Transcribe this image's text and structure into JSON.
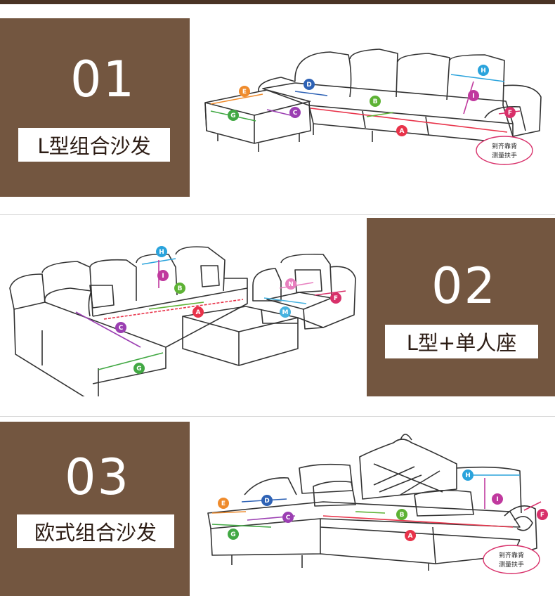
{
  "sections": [
    {
      "number": "01",
      "label": "L型组合沙发"
    },
    {
      "number": "02",
      "label": "L型+单人座"
    },
    {
      "number": "03",
      "label": "欧式组合沙发"
    }
  ],
  "note": {
    "line1": "到齐靠背",
    "line2": "测量扶手"
  },
  "markers": {
    "A": "A",
    "B": "B",
    "C": "C",
    "D": "D",
    "E": "E",
    "F": "F",
    "G": "G",
    "H": "H",
    "I": "I",
    "M": "M",
    "N": "N"
  },
  "colors": {
    "panel": "#735640",
    "A": "#e8334a",
    "B": "#5db234",
    "C": "#9b3fb2",
    "D": "#2e62b5",
    "E": "#ef8b2c",
    "F": "#d8306a",
    "G": "#41a843",
    "H": "#2aa3dc",
    "I": "#c0399e",
    "M": "#47b3e0",
    "N": "#e87fbf"
  },
  "icons": [
    "sofa-diagram-l-shape",
    "sofa-diagram-l-plus-single",
    "sofa-diagram-european"
  ]
}
